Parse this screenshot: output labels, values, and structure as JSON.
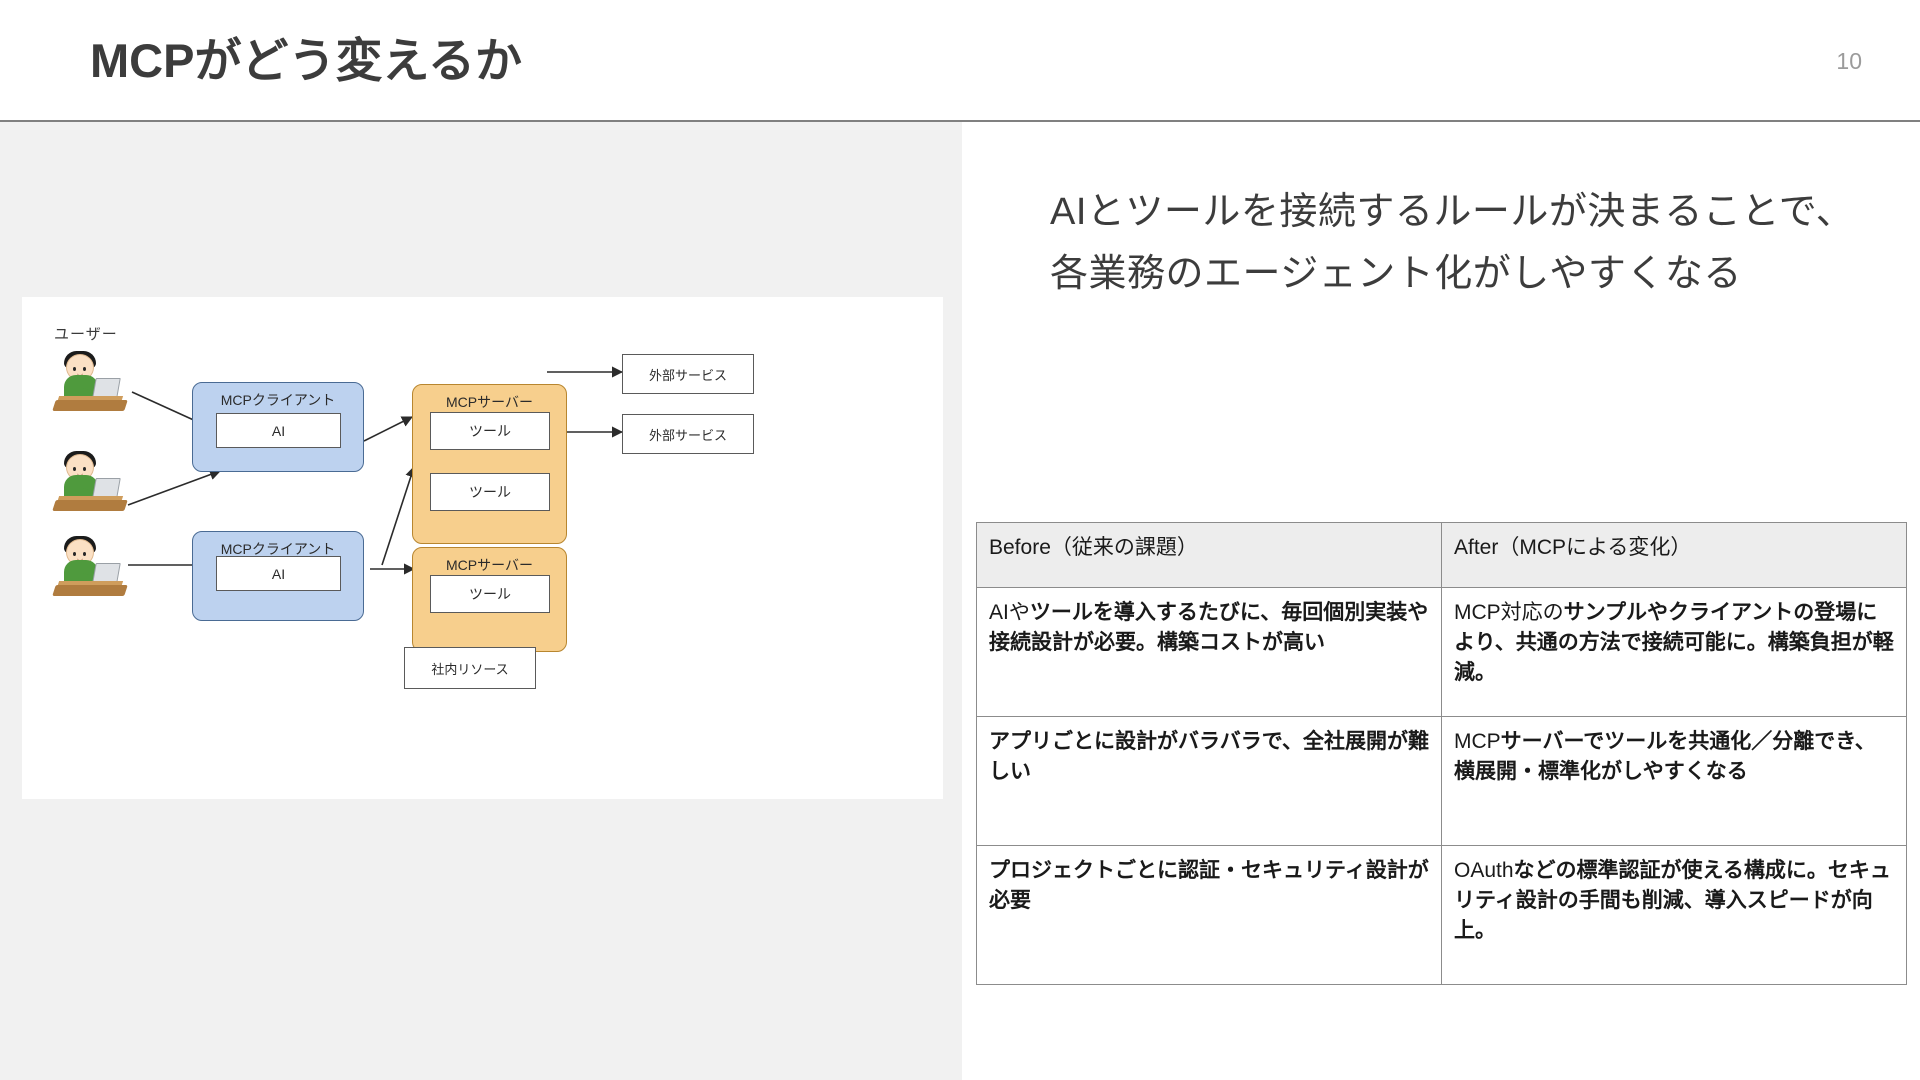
{
  "header": {
    "title": "MCPがどう変えるか",
    "page_number": "10"
  },
  "left_panel": {
    "diagram": {
      "users_label": "ユーザー",
      "client_label_1": "MCPクライアント",
      "client_label_2": "MCPクライアント",
      "ai_label_1": "AI",
      "ai_label_2": "AI",
      "server_label_1": "MCPサーバー",
      "server_label_2": "MCPサーバー",
      "tool_label_1": "ツール",
      "tool_label_2": "ツール",
      "tool_label_3": "ツール",
      "external_service_1": "外部サービス",
      "external_service_2": "外部サービス",
      "internal_resource": "社内リソース"
    }
  },
  "right_panel": {
    "lead_text": "AIとツールを接続するルールが決まることで、各業務のエージェント化がしやすくなる",
    "table": {
      "headers": [
        "Before（従来の課題）",
        "After（MCPによる変化）"
      ],
      "rows": [
        {
          "before_plain_1": "AIや",
          "before_bold_1": "ツールを導入するたびに、毎回個別実装や接続設計が必要。構築コストが高い",
          "after_plain_1": "MCP対応の",
          "after_bold_1": "サンプルやクライアントの登場により、共通の方法で接続可能に。構築負担が軽減。"
        },
        {
          "before_bold_2": "アプリごとに設計がバラバラで、全社展開が難しい",
          "after_plain_2": "MCP",
          "after_bold_2": "サーバーでツールを共通化／分離でき、横展開・標準化がしやすくなる"
        },
        {
          "before_bold_3": "プロジェクトごとに認証・セキュリティ設計が必要",
          "after_plain_3": "OAuth",
          "after_bold_3": "などの標準認証が使える構成に。セキュリティ設計の手間も削減、導入スピードが向上。"
        }
      ]
    }
  },
  "colors": {
    "title_text": "#3c3c3c",
    "panel_background": "#f1f1f1",
    "client_box": "#bdd2ef",
    "server_box": "#f7cf8d",
    "table_header_background": "#ededed",
    "rule": "#808080"
  }
}
